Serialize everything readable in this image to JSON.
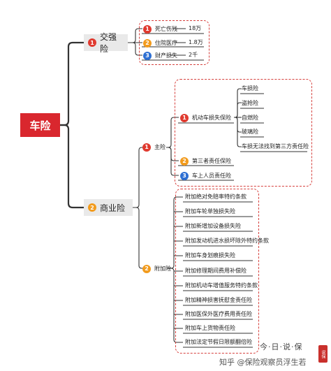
{
  "root": {
    "label": "车险"
  },
  "compulsory": {
    "num": "1",
    "label": "交强险",
    "items": [
      {
        "num": "1",
        "label": "死亡伤残",
        "value": "18万"
      },
      {
        "num": "2",
        "label": "住院医疗",
        "value": "1.8万"
      },
      {
        "num": "3",
        "label": "财产损失",
        "value": "2千"
      }
    ]
  },
  "commercial": {
    "num": "2",
    "label": "商业险",
    "main": {
      "num": "1",
      "label": "主险",
      "vehicle_loss": {
        "num": "1",
        "label": "机动车损失保险",
        "items": [
          "车损险",
          "盗抢险",
          "自燃险",
          "玻璃险",
          "车损无法找到第三方责任险"
        ]
      },
      "third_party": {
        "num": "2",
        "label": "第三者责任保险"
      },
      "passenger": {
        "num": "3",
        "label": "车上人员责任险"
      }
    },
    "addon": {
      "num": "2",
      "label": "附加险",
      "items": [
        "附加绝对免赔率特约条款",
        "附加车轮单独损失险",
        "附加新增加设备损失险",
        "附加发动机进水损坏除外特约条款",
        "附加车身划痕损失险",
        "附加修理期间费用补偿险",
        "附加机动车增值服务特约条款",
        "附加精神损害抚慰金责任险",
        "附加医保外医疗费用责任险",
        "附加车上货物责任险",
        "附加法定节假日限额翻倍险"
      ]
    }
  },
  "watermark": {
    "site": "知乎 @保险观察员浮生若",
    "brand": "今·日·说·保",
    "stamp": "说保"
  },
  "colors": {
    "root_bg": "#d9272e",
    "line": "#333333",
    "dash": "#d6403d",
    "num_red": "#e03a2f",
    "num_orange": "#f29b1d",
    "num_blue": "#2d6fd3",
    "level1_bg": "#e9e9e9"
  }
}
